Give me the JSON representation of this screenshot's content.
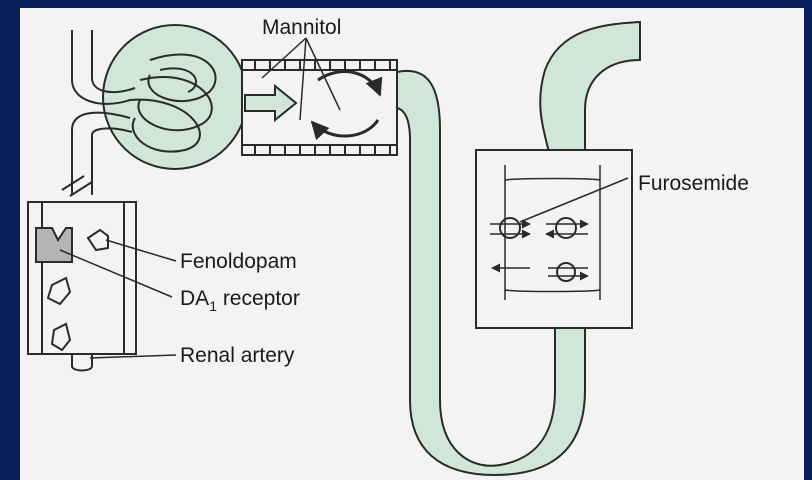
{
  "labels": {
    "mannitol": "Mannitol",
    "furosemide": "Furosemide",
    "fenoldopam": "Fenoldopam",
    "receptor_main": "DA",
    "receptor_sub": "1",
    "receptor_rest": " receptor",
    "renal_artery": "Renal artery"
  },
  "colors": {
    "frame": "#0b1f5c",
    "background": "#f3f3f3",
    "tubule": "#cfe6d9",
    "stroke": "#2a2a2a",
    "block": "#b5b5b5"
  }
}
